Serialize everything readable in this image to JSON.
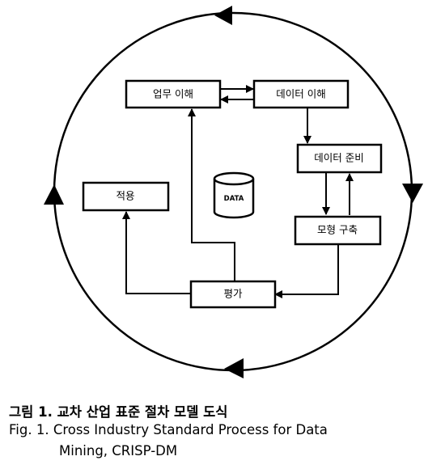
{
  "nodes": {
    "business": "업무 이해",
    "data_understanding": "데이터 이해",
    "data_prep": "데이터 준비",
    "deploy": "적용",
    "data": "DATA",
    "modeling": "모형 구축",
    "evaluation": "평가"
  },
  "caption": {
    "korean": "그림 1. 교차 산업 표준 절차 모델 도식",
    "english_line1": "Fig. 1. Cross Industry Standard Process for Data",
    "english_line2": "Mining, CRISP-DM"
  }
}
